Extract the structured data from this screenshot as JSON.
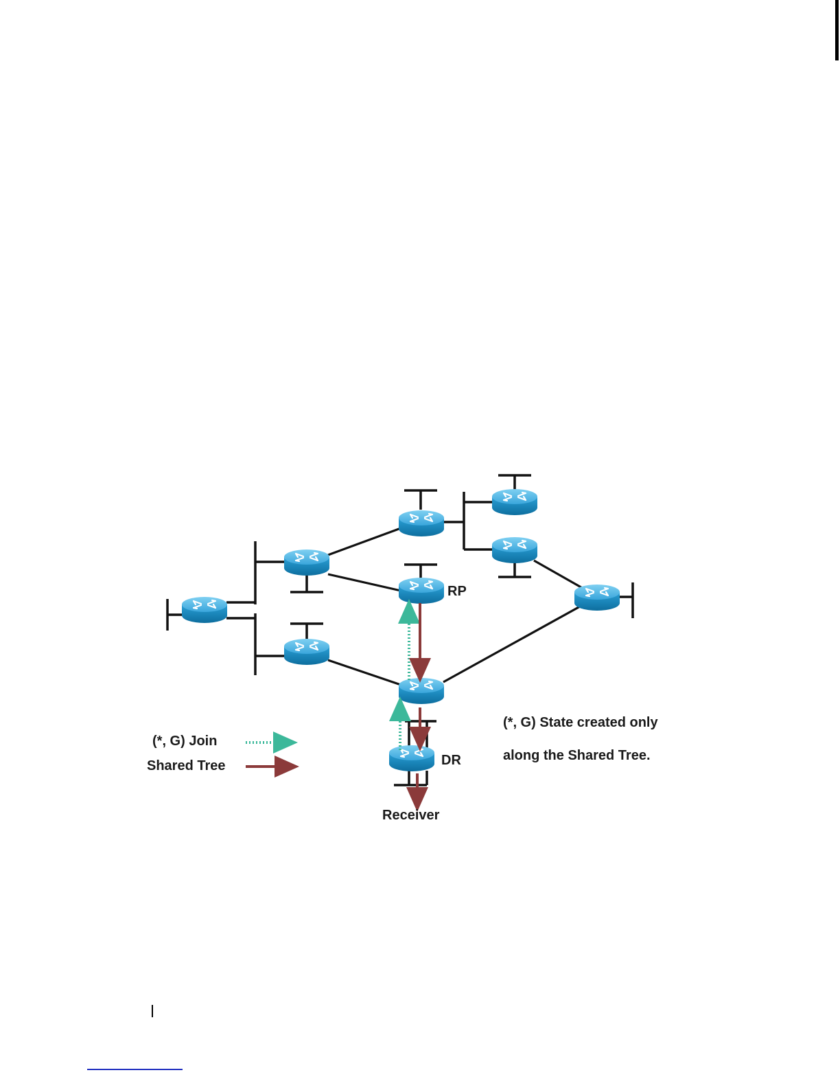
{
  "labels": {
    "rp": "RP",
    "dr": "DR",
    "receiver": "Receiver"
  },
  "legend": {
    "join_label": "(*, G) Join",
    "shared_tree_label": "Shared Tree"
  },
  "note": {
    "line1": "(*, G) State created only",
    "line2": "along the Shared Tree."
  },
  "colors": {
    "join_arrow": "#3cb89a",
    "shared_tree_arrow": "#8b3a3a",
    "router_body": "#1f8fc4",
    "router_top": "#57b8e6",
    "link": "#111111"
  },
  "icons": {
    "router": "router-icon"
  }
}
